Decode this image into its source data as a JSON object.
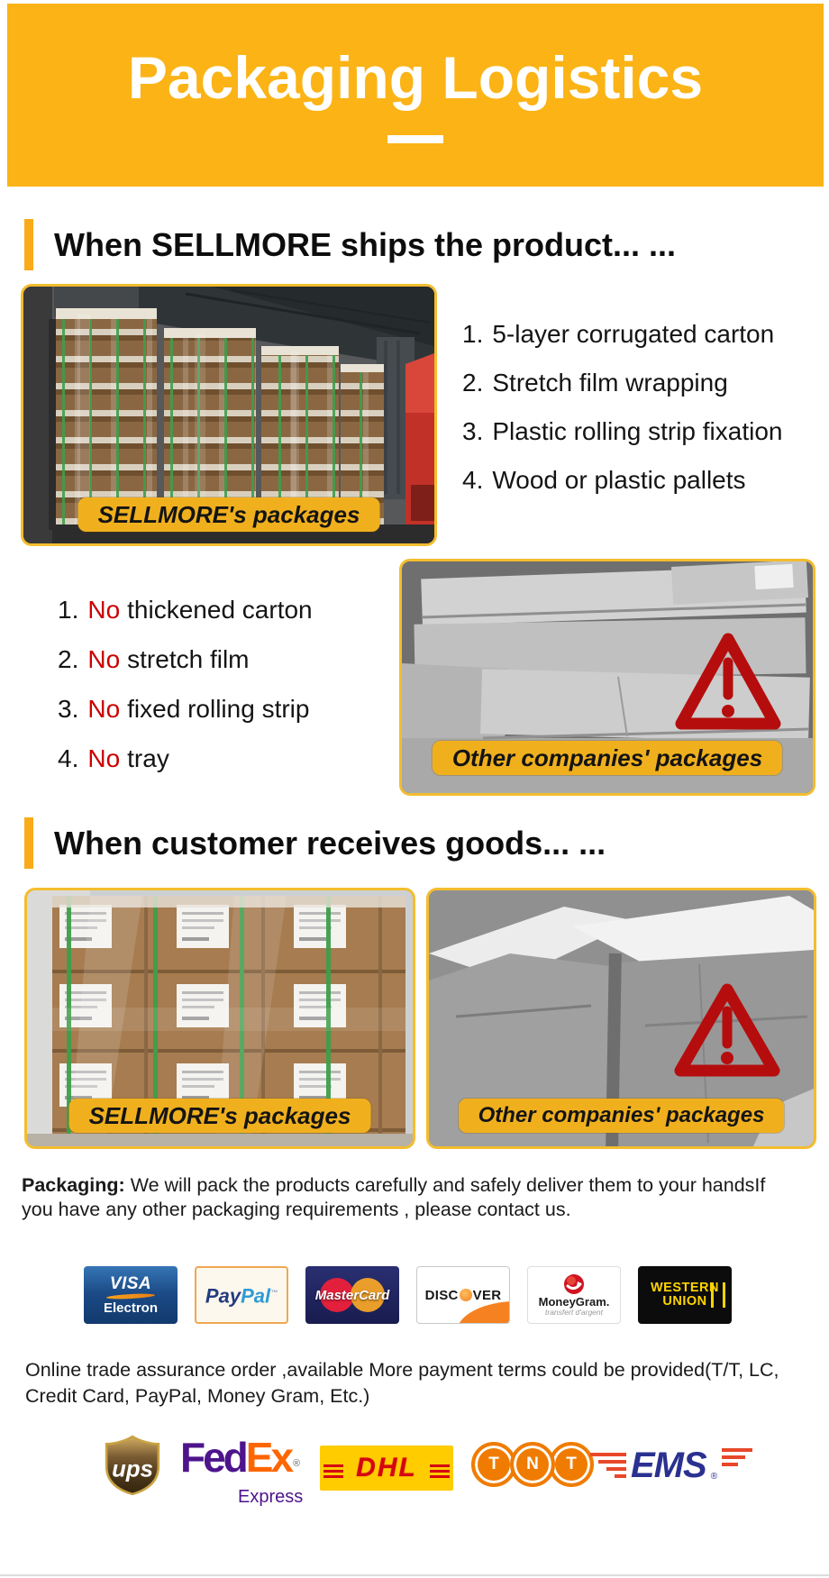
{
  "header": {
    "title": "Packaging Logistics"
  },
  "ship_section": {
    "heading": "When SELLMORE ships the product... ...",
    "items": [
      {
        "num": "1.",
        "text": "5-layer corrugated carton"
      },
      {
        "num": "2.",
        "text": "Stretch film wrapping"
      },
      {
        "num": "3.",
        "text": "Plastic rolling strip fixation"
      },
      {
        "num": "4.",
        "text": "Wood or plastic pallets"
      }
    ],
    "image_label": "SELLMORE's packages"
  },
  "avoid_section": {
    "items": [
      {
        "num": "1.",
        "no": "No",
        "text": "thickened carton"
      },
      {
        "num": "2.",
        "no": "No",
        "text": "stretch film"
      },
      {
        "num": "3.",
        "no": "No",
        "text": "fixed rolling strip"
      },
      {
        "num": "4.",
        "no": "No",
        "text": "tray"
      }
    ],
    "image_label": "Other companies' packages"
  },
  "receive_section": {
    "heading": "When customer receives goods... ...",
    "left_image_label": "SELLMORE's packages",
    "right_image_label": "Other companies' packages"
  },
  "packaging_note": {
    "lead": "Packaging:",
    "text": "We will pack the products carefully and safely deliver them to your handsIf you have any other packaging requirements , please contact us."
  },
  "payment_methods": {
    "visa": {
      "line1": "VISA",
      "line2": "Electron"
    },
    "paypal": {
      "part1": "Pay",
      "part2": "Pal",
      "tm": "™"
    },
    "mastercard": {
      "label": "MasterCard"
    },
    "discover": {
      "part1": "DISC",
      "part2": "VER"
    },
    "moneygram": {
      "label": "MoneyGram.",
      "sub": "transfert d'argent"
    },
    "western_union": {
      "line1": "WESTERN",
      "line2": "UNION"
    }
  },
  "payment_note": "Online trade assurance order ,available More payment terms could be provided(T/T, LC, Credit Card, PayPal, Money Gram, Etc.)",
  "shipping_methods": {
    "ups": {
      "label": "ups"
    },
    "fedex": {
      "part1": "Fed",
      "part2": "Ex",
      "reg": "®",
      "sub": "Express"
    },
    "dhl": {
      "label": "DHL"
    },
    "tnt": {
      "l1": "T",
      "l2": "N",
      "l3": "T"
    },
    "ems": {
      "label": "EMS",
      "reg": "®"
    }
  },
  "colors": {
    "accent_orange": "#fbb316",
    "label_gold": "#f0b01e",
    "alert_red": "#cc0000",
    "triangle_red": "#b50d0d"
  }
}
